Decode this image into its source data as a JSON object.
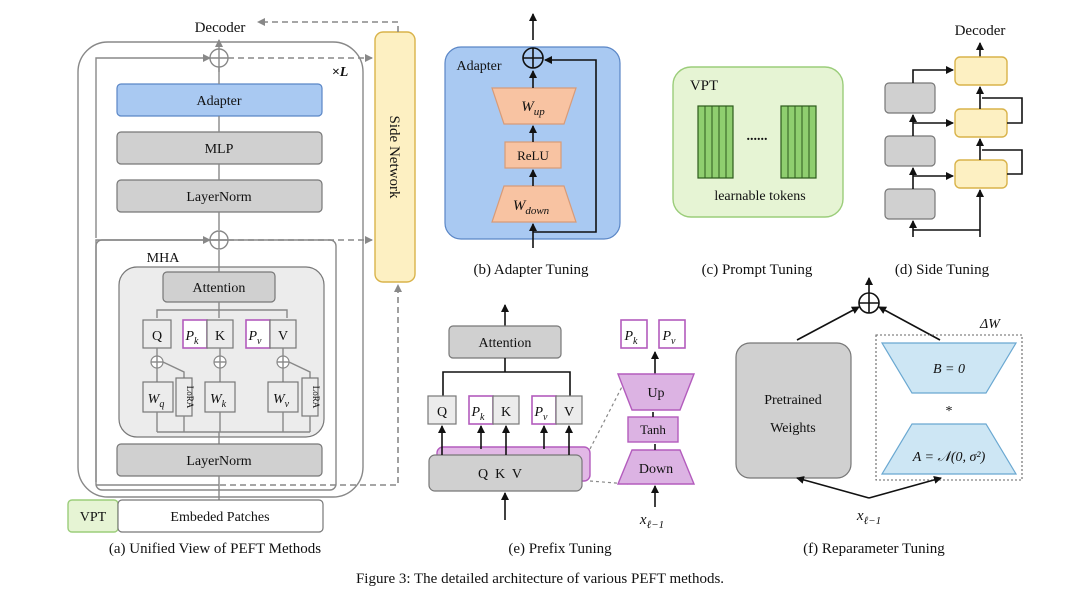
{
  "caption": "Figure 3: The detailed architecture of various PEFT methods.",
  "panel_a": {
    "caption": "(a)  Unified View of PEFT Methods",
    "decoder": "Decoder",
    "repeat": "×L",
    "adapter": "Adapter",
    "mlp": "MLP",
    "layernorm_top": "LayerNorm",
    "mha": "MHA",
    "attention": "Attention",
    "q": "Q",
    "pk": "P",
    "pk_sub": "k",
    "k": "K",
    "pv": "P",
    "pv_sub": "v",
    "v": "V",
    "wq": "W",
    "wq_sub": "q",
    "wk": "W",
    "wk_sub": "k",
    "wv": "W",
    "wv_sub": "v",
    "lora": "LoRA",
    "layernorm_bottom": "LayerNorm",
    "vpt": "VPT",
    "embed": "Embeded Patches",
    "side_network": "Side Network"
  },
  "panel_b": {
    "caption": "(b)  Adapter Tuning",
    "title": "Adapter",
    "wup": "W",
    "wup_sub": "up",
    "relu": "ReLU",
    "wdown": "W",
    "wdown_sub": "down"
  },
  "panel_c": {
    "caption": "(c)  Prompt Tuning",
    "title": "VPT",
    "dots": "......",
    "label": "learnable tokens"
  },
  "panel_d": {
    "caption": "(d)  Side Tuning",
    "decoder": "Decoder"
  },
  "panel_e": {
    "caption": "(e)  Prefix Tuning",
    "attention": "Attention",
    "q": "Q",
    "pk": "P",
    "pk_sub": "k",
    "k": "K",
    "pv": "P",
    "pv_sub": "v",
    "v": "V",
    "qkv": "Q  K  V",
    "pk2": "P",
    "pk2_sub": "k",
    "pv2": "P",
    "pv2_sub": "v",
    "up": "Up",
    "tanh": "Tanh",
    "down": "Down",
    "x": "x",
    "x_sub": "ℓ−1"
  },
  "panel_f": {
    "caption": "(f)  Reparameter Tuning",
    "pretrained_1": "Pretrained",
    "pretrained_2": "Weights",
    "delta": "ΔW",
    "b": "B = 0",
    "star": "*",
    "a": "A = 𝒩(0, σ²)",
    "x": "x",
    "x_sub": "ℓ−1"
  }
}
